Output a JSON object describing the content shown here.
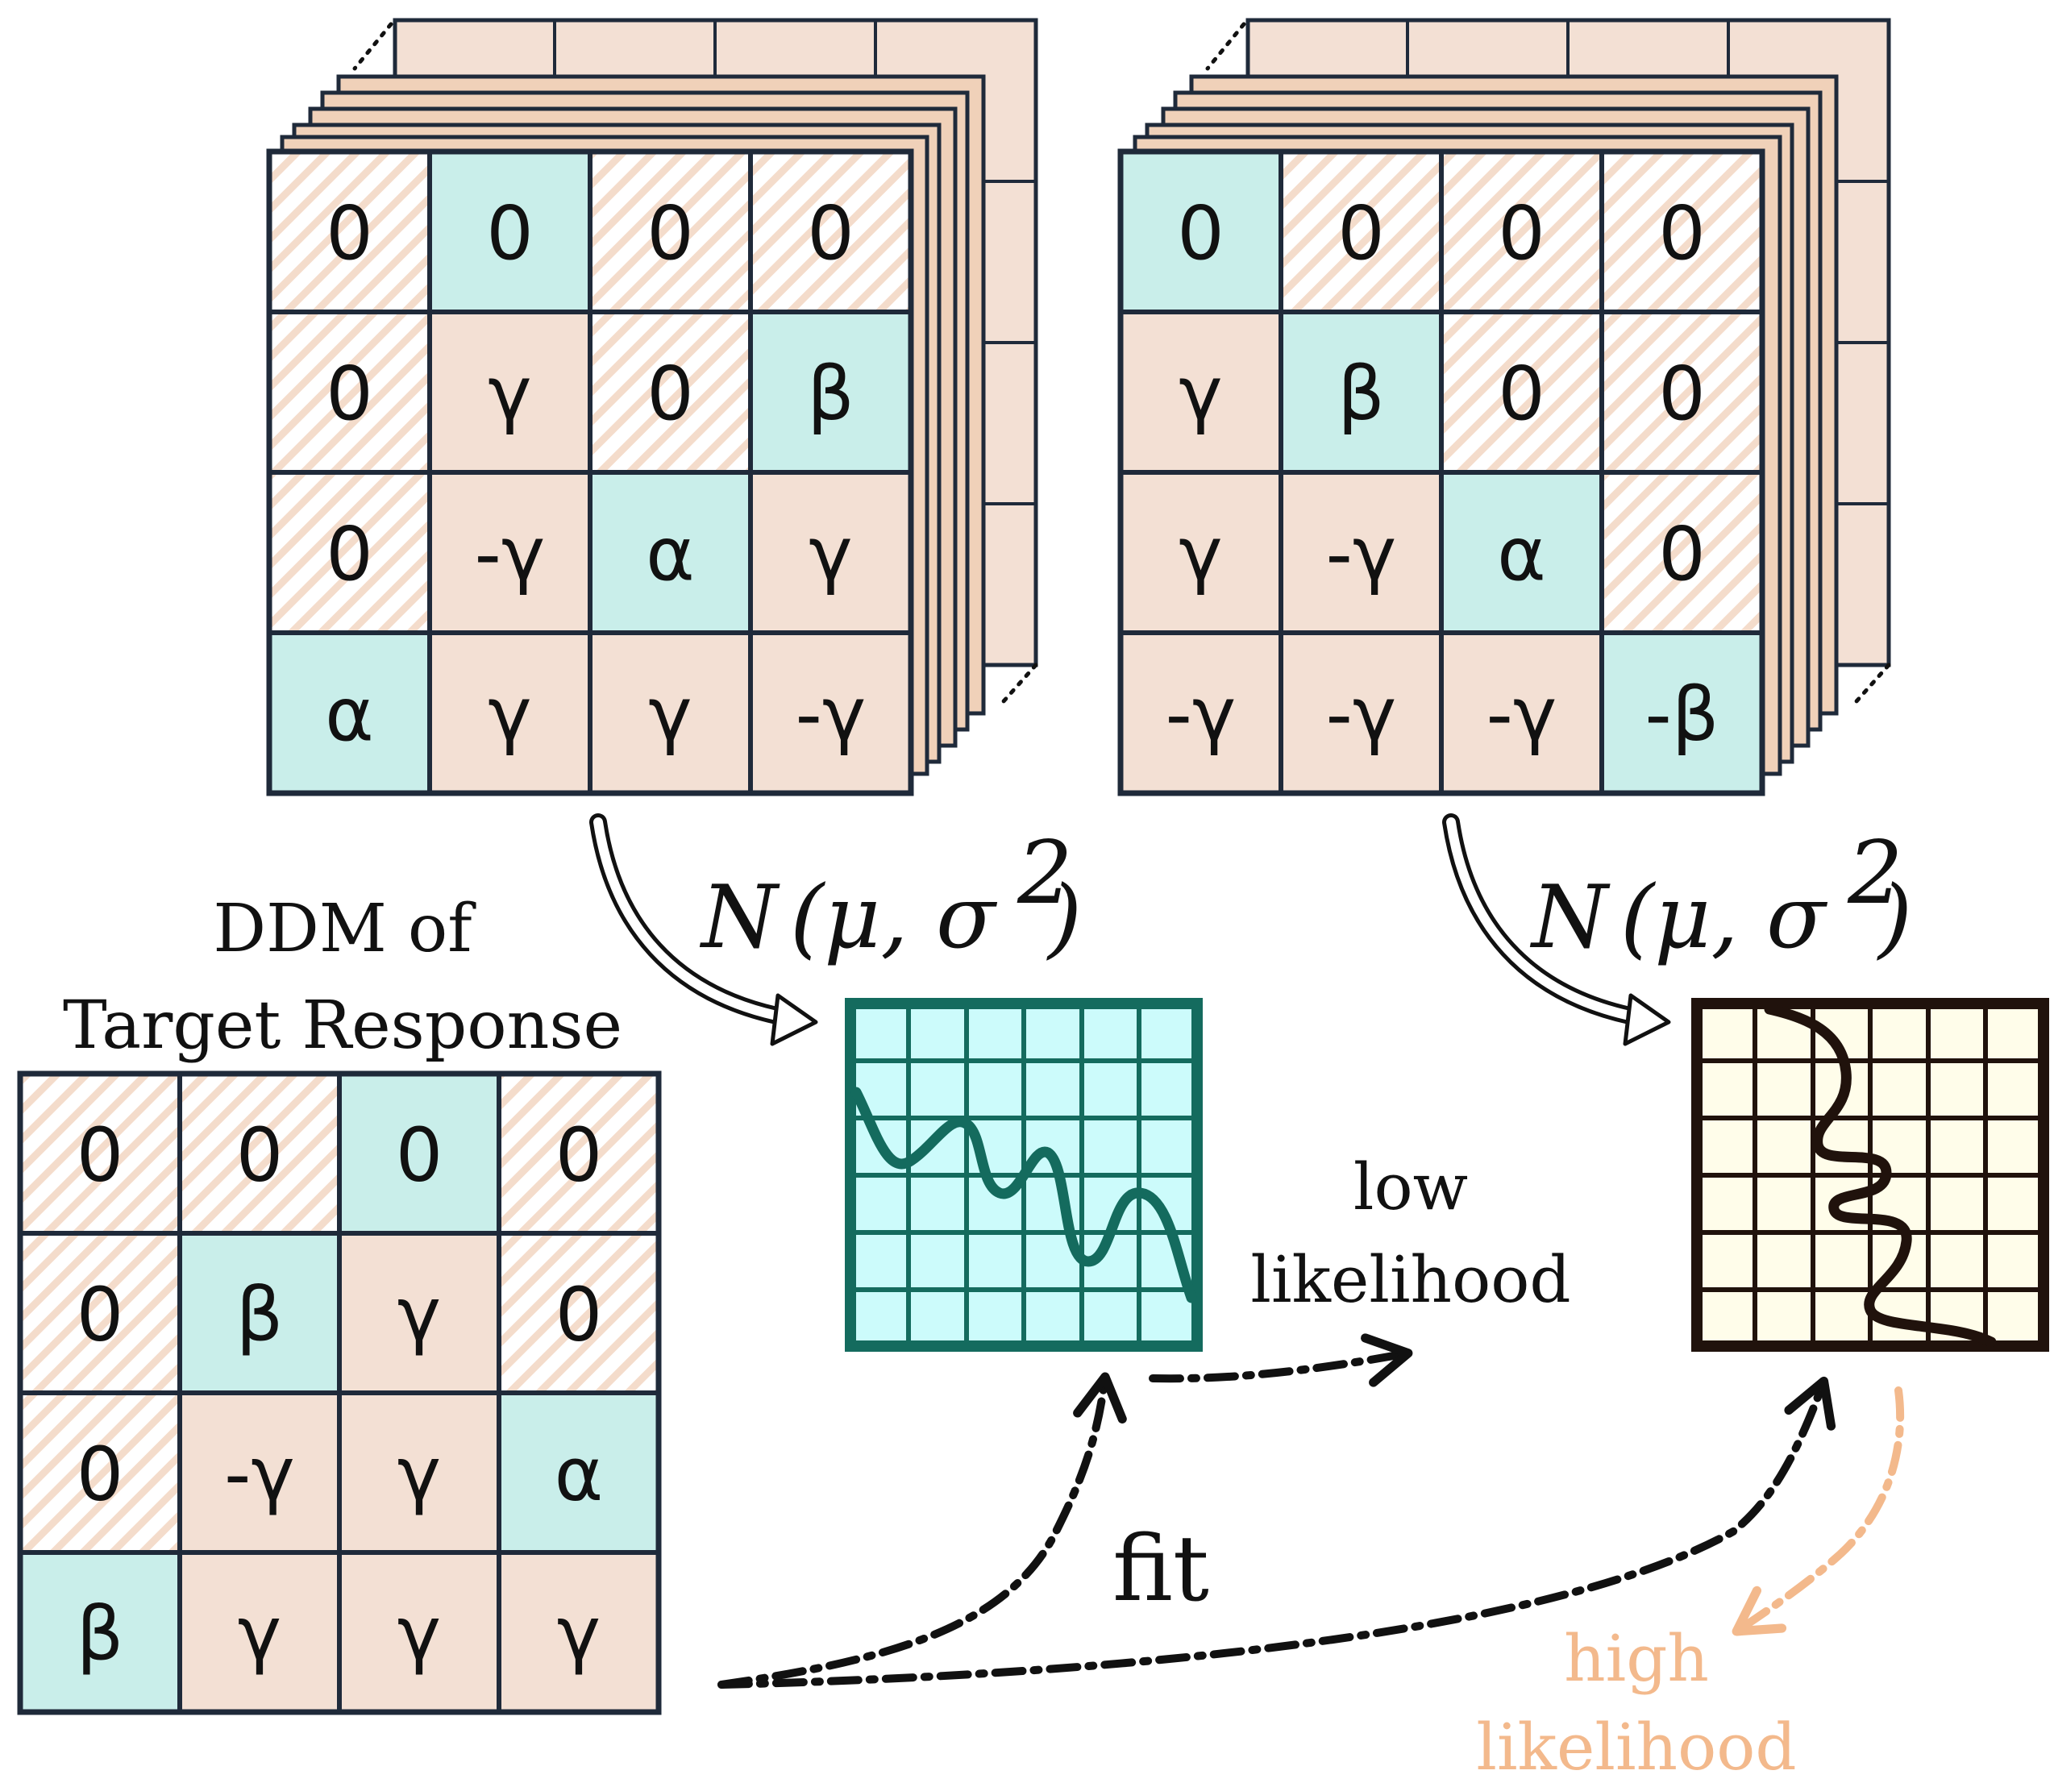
{
  "colors": {
    "teal": "#c9eeea",
    "tan": "#f3e0d4",
    "tan_back": "#f0d1b9",
    "hatch": "#f4dccb",
    "grid_line": "#1f2a3a",
    "plot_teal_fill": "#ccfbfb",
    "plot_teal_line": "#146b5e",
    "plot_cream_fill": "#fffdea",
    "plot_dark_line": "#20120c",
    "accent_orange": "#f3b98c"
  },
  "matrix_left": {
    "cells": [
      [
        "0",
        "0",
        "0",
        "0"
      ],
      [
        "0",
        "γ",
        "0",
        "β"
      ],
      [
        "0",
        "-γ",
        "α",
        "γ"
      ],
      [
        "α",
        "γ",
        "γ",
        "-γ"
      ]
    ],
    "fills": [
      [
        "hatch",
        "teal",
        "hatch",
        "hatch"
      ],
      [
        "hatch",
        "tan",
        "hatch",
        "teal"
      ],
      [
        "hatch",
        "tan",
        "teal",
        "tan"
      ],
      [
        "teal",
        "tan",
        "tan",
        "tan"
      ]
    ]
  },
  "matrix_right": {
    "cells": [
      [
        "0",
        "0",
        "0",
        "0"
      ],
      [
        "γ",
        "β",
        "0",
        "0"
      ],
      [
        "γ",
        "-γ",
        "α",
        "0"
      ],
      [
        "-γ",
        "-γ",
        "-γ",
        "-β"
      ]
    ],
    "fills": [
      [
        "teal",
        "hatch",
        "hatch",
        "hatch"
      ],
      [
        "tan",
        "teal",
        "hatch",
        "hatch"
      ],
      [
        "tan",
        "tan",
        "teal",
        "hatch"
      ],
      [
        "tan",
        "tan",
        "tan",
        "teal"
      ]
    ]
  },
  "target": {
    "title_line1": "DDM of",
    "title_line2": "Target Response",
    "cells": [
      [
        "0",
        "0",
        "0",
        "0"
      ],
      [
        "0",
        "β",
        "γ",
        "0"
      ],
      [
        "0",
        "-γ",
        "γ",
        "α"
      ],
      [
        "β",
        "γ",
        "γ",
        "γ"
      ]
    ],
    "fills": [
      [
        "hatch",
        "hatch",
        "teal",
        "hatch"
      ],
      [
        "hatch",
        "teal",
        "tan",
        "hatch"
      ],
      [
        "hatch",
        "tan",
        "tan",
        "teal"
      ],
      [
        "teal",
        "tan",
        "tan",
        "tan"
      ]
    ]
  },
  "formula": {
    "symbol": "N",
    "args": "(μ, σ",
    "exponent": "2",
    "close": ")"
  },
  "labels": {
    "fit": "fit",
    "low_line1": "low",
    "low_line2": "likelihood",
    "high_line1": "high",
    "high_line2": "likelihood"
  }
}
